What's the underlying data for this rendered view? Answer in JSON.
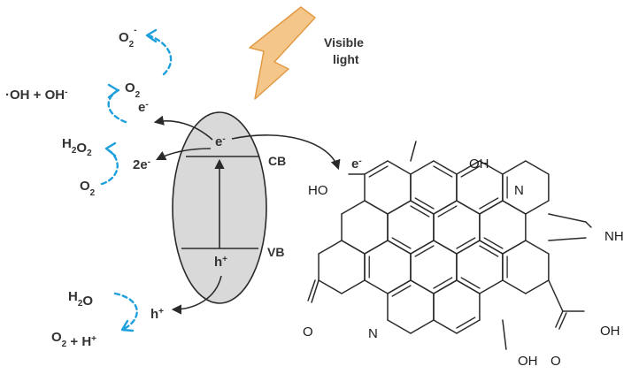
{
  "colors": {
    "ink": "#2a2a2a",
    "dashed_arrow": "#1ea0dc",
    "band_fill": "#d9d9d9",
    "light_arrow_fill": "#f5c68a",
    "light_arrow_stroke": "#e29a44",
    "text": "#333333"
  },
  "light": {
    "line1": "Visible",
    "line2": "light"
  },
  "semiconductor": {
    "cb_label": "CB",
    "vb_label": "VB",
    "electron": "e",
    "electron_sup": "-",
    "hole": "h",
    "hole_sup": "+"
  },
  "reduction": {
    "o2_top": {
      "base": "O",
      "sub": "2",
      "sup": "-"
    },
    "o2_mid": {
      "base": "O",
      "sub": "2"
    },
    "electron": {
      "base": "e",
      "sup": "-"
    },
    "oh": {
      "part1": "·OH + OH",
      "sup": "-"
    },
    "h2o2": {
      "p1": "H",
      "s1": "2",
      "p2": "O",
      "s2": "2"
    },
    "two_e": {
      "base": "2e",
      "sup": "-"
    },
    "o2_bottom": {
      "base": "O",
      "sub": "2"
    }
  },
  "oxidation": {
    "h2o": {
      "p1": "H",
      "s1": "2",
      "p2": "O"
    },
    "hole": {
      "base": "h",
      "sup": "+"
    },
    "products": {
      "p1": "O",
      "s1": "2",
      "p2": " + H",
      "sup": "+"
    }
  },
  "transfer": {
    "base": "e",
    "sup": "-"
  },
  "molecule": {
    "ho_left": "HO",
    "oh_top": "OH",
    "n_top": "N",
    "nh": "NH",
    "o_ketone": "O",
    "n_bottom": "N",
    "oh_bottom": "OH",
    "o_acid": "O",
    "oh_acid": "OH"
  }
}
